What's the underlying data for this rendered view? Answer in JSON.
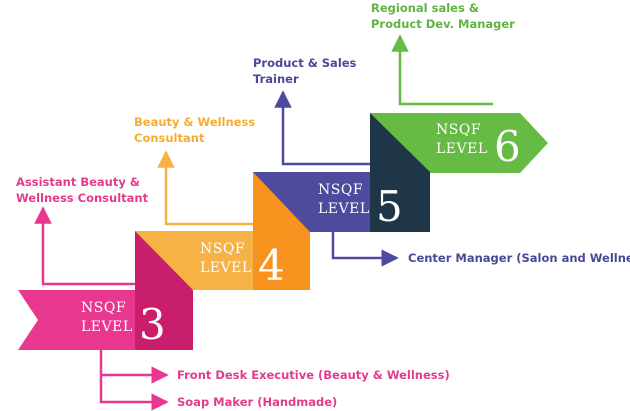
{
  "colors": {
    "level3": "#e8378f",
    "level4": "#f7b245",
    "level5": "#4e4b9e",
    "level6": "#66bb45",
    "level3_role": "#e33b8d",
    "level4_role": "#f6ac34",
    "level5_role": "#4a4998",
    "level6_role": "#5fb244"
  },
  "levels": [
    {
      "nsqf": "NSQF",
      "level_word": "LEVEL",
      "number": "3",
      "role_above": "Assistant Beauty & Wellness Consultant",
      "roles_below": [
        "Front Desk Executive (Beauty & Wellness)",
        "Soap Maker (Handmade)"
      ]
    },
    {
      "nsqf": "NSQF",
      "level_word": "LEVEL",
      "number": "4",
      "role_above": "Beauty & Wellness Consultant",
      "roles_below": []
    },
    {
      "nsqf": "NSQF",
      "level_word": "LEVEL",
      "number": "5",
      "role_above": "Product & Sales Trainer",
      "roles_below": [
        "Center Manager (Salon and Wellness)"
      ]
    },
    {
      "nsqf": "NSQF",
      "level_word": "LEVEL",
      "number": "6",
      "role_above": "Regional sales & Product Dev. Manager",
      "roles_below": []
    }
  ]
}
